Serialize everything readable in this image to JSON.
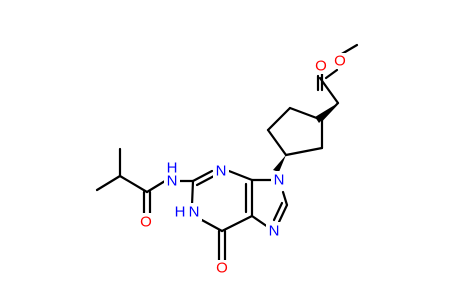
{
  "atoms": {
    "ester_o_carbonyl": {
      "label": "O",
      "color": "#ff0000"
    },
    "ester_o_methoxy": {
      "label": "O",
      "color": "#ff0000"
    },
    "amide_nh": {
      "label": "N",
      "color": "#0000ff",
      "h_label": "H",
      "h_side": "left"
    },
    "amide_o": {
      "label": "O",
      "color": "#ff0000"
    },
    "purine_n3": {
      "label": "N",
      "color": "#0000ff"
    },
    "purine_n9": {
      "label": "N",
      "color": "#0000ff"
    },
    "purine_n1h": {
      "label": "N",
      "color": "#0000ff",
      "h_label": "H",
      "h_side": "left"
    },
    "purine_n7": {
      "label": "N",
      "color": "#0000ff"
    },
    "purine_o6": {
      "label": "O",
      "color": "#ff0000"
    }
  },
  "colors": {
    "bond": "#000000",
    "oxygen": "#ff0000",
    "nitrogen": "#0000ff",
    "background": "#ffffff"
  }
}
